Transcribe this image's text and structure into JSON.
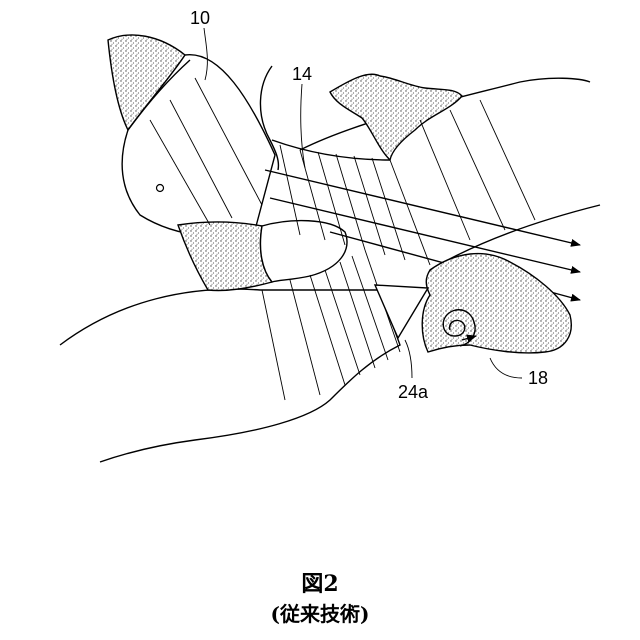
{
  "labels": {
    "ref_10": "10",
    "ref_14": "14",
    "ref_18": "18",
    "ref_24a": "24a"
  },
  "caption": {
    "title": "図2",
    "subtitle": "(従来技術)"
  },
  "colors": {
    "line": "#000000",
    "background": "#ffffff",
    "stipple": "#9a9a9a"
  }
}
